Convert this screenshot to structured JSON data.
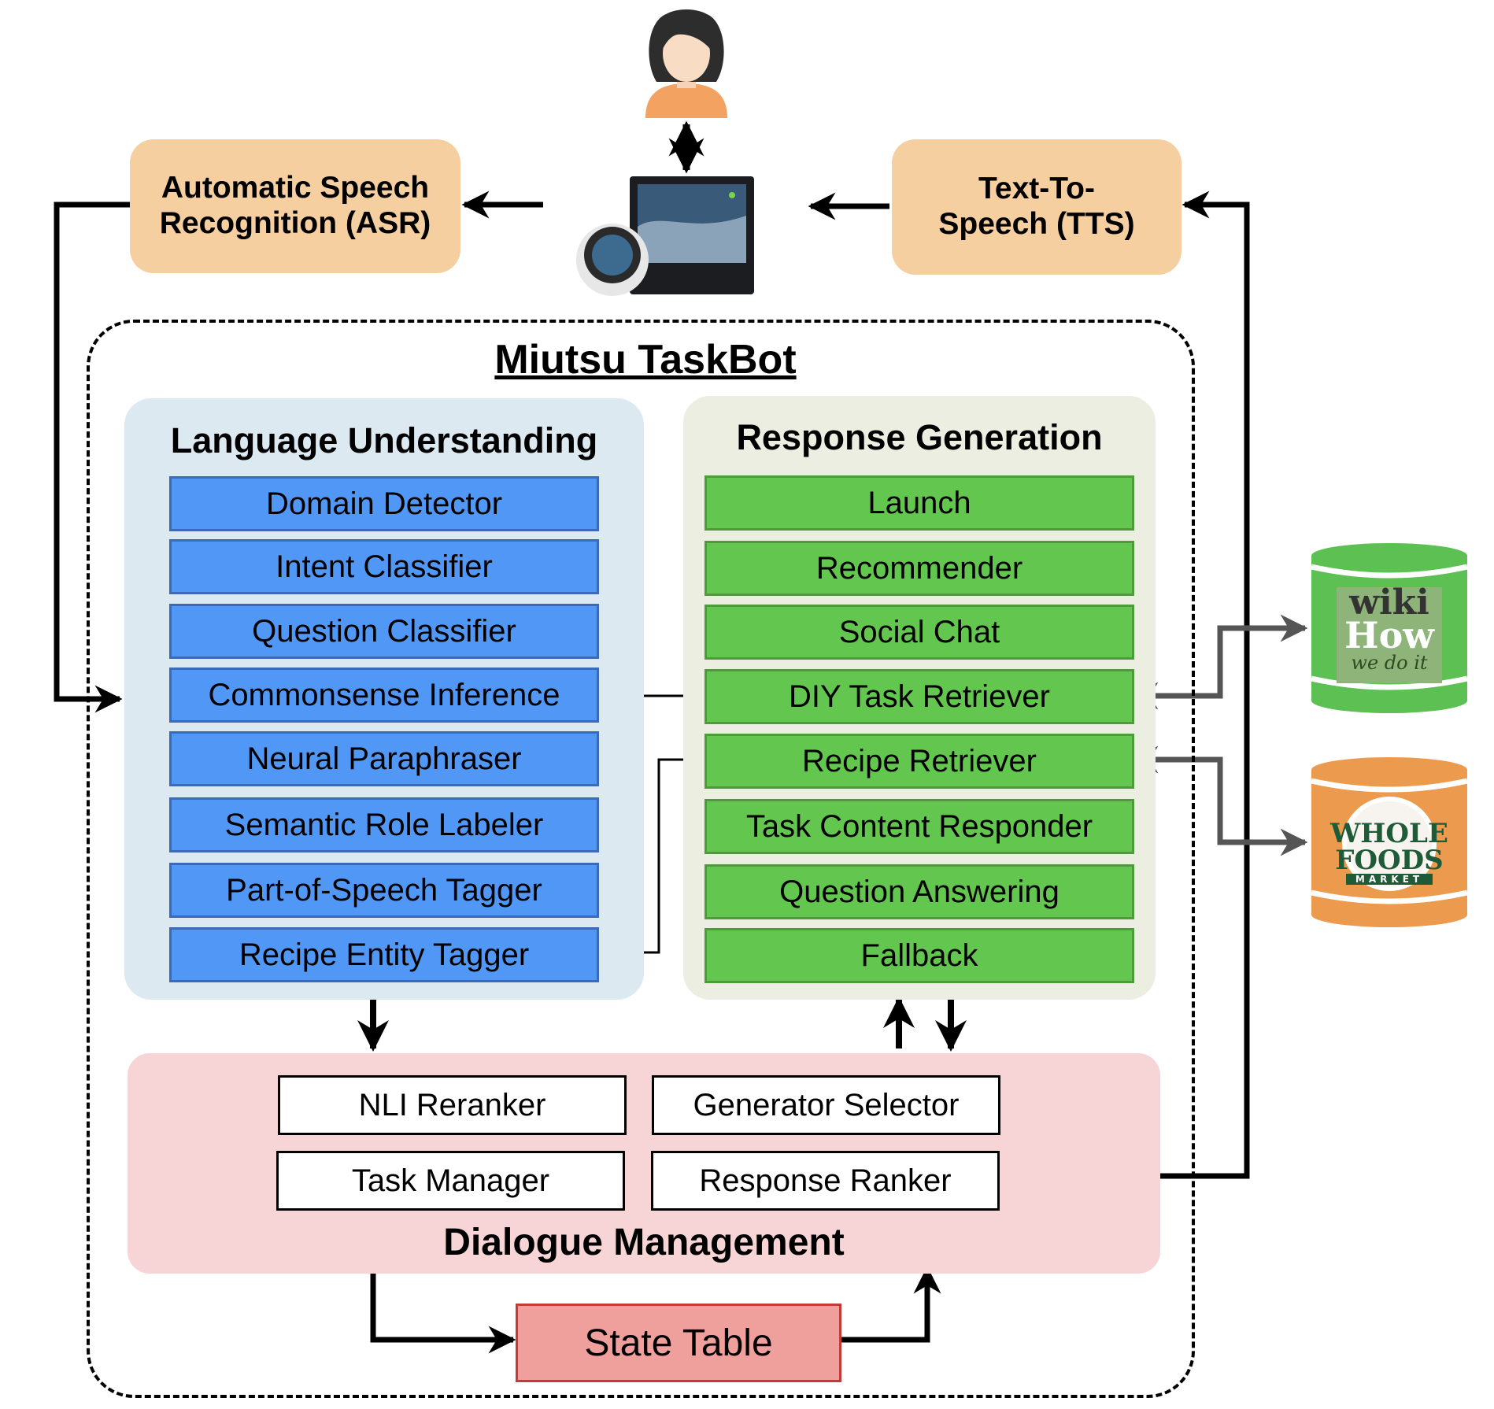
{
  "diagram": {
    "title": "Miutsu TaskBot",
    "asr_label": "Automatic Speech\nRecognition (ASR)",
    "tts_label": "Text-To-\nSpeech (TTS)",
    "user_icon": "user-avatar-icon",
    "device_icon": "echo-show-device-icon",
    "language_understanding": {
      "title": "Language Understanding",
      "modules": [
        "Domain Detector",
        "Intent Classifier",
        "Question Classifier",
        "Commonsense Inference",
        "Neural Paraphraser",
        "Semantic Role Labeler",
        "Part-of-Speech Tagger",
        "Recipe Entity Tagger"
      ]
    },
    "response_generation": {
      "title": "Response Generation",
      "modules": [
        "Launch",
        "Recommender",
        "Social Chat",
        "DIY Task Retriever",
        "Recipe Retriever",
        "Task Content Responder",
        "Question Answering",
        "Fallback"
      ]
    },
    "dialogue_management": {
      "title": "Dialogue Management",
      "modules": [
        "NLI Reranker",
        "Generator Selector",
        "Task Manager",
        "Response Ranker"
      ]
    },
    "state_table": "State Table",
    "databases": {
      "wikihow": {
        "line1": "wiki",
        "line2": "How",
        "line3": "we do it",
        "color": "#5cc152"
      },
      "wholefoods": {
        "line1": "WHOLE",
        "line2": "FOODS",
        "line3": "MARKET",
        "color": "#ec9a4e"
      }
    },
    "colors": {
      "lu_module": "#5198f6",
      "rg_module": "#63c64f",
      "speech_box": "#f6cfa1",
      "dm_panel": "#f7d5d6",
      "state_table": "#ef9f9c"
    }
  }
}
